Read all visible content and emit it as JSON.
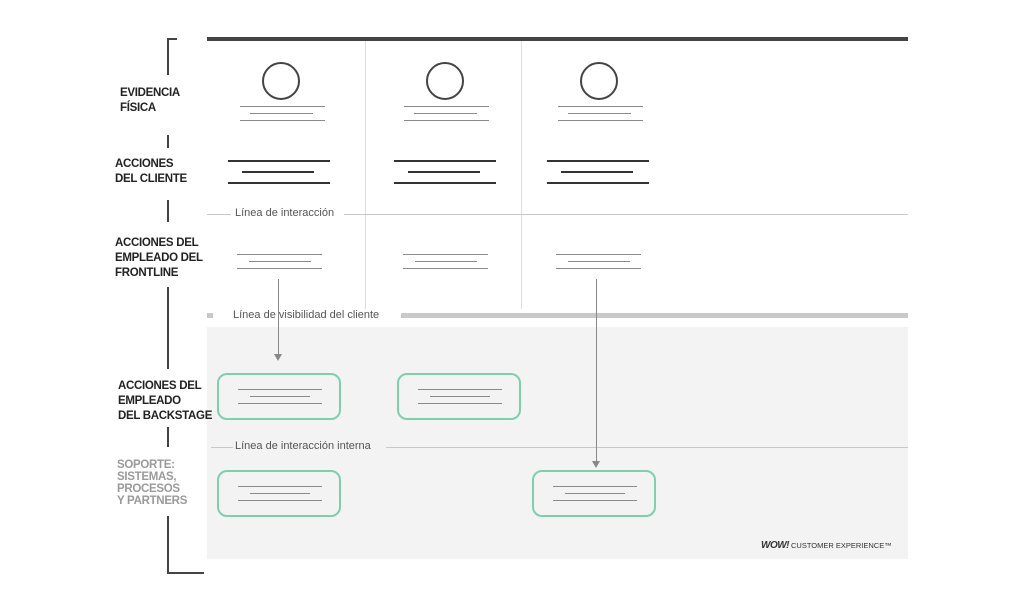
{
  "lanes": {
    "physical_evidence": [
      "EVIDENCIA",
      "FÍSICA"
    ],
    "customer_actions": [
      "ACCIONES",
      "DEL CLIENTE"
    ],
    "frontline_actions": [
      "ACCIONES DEL",
      "EMPLEADO DEL",
      "FRONTLINE"
    ],
    "backstage_actions": [
      "ACCIONES DEL",
      "EMPLEADO",
      "DEL BACKSTAGE"
    ],
    "support": [
      "SOPORTE:",
      "SISTEMAS,",
      "PROCESOS",
      "Y PARTNERS"
    ]
  },
  "lines": {
    "interaction": "Línea de interacción",
    "visibility": "Línea de visibilidad del cliente",
    "internal": "Línea de interacción interna"
  },
  "brand": {
    "logo": "WOW!",
    "text": "CUSTOMER EXPERIENCE™"
  }
}
